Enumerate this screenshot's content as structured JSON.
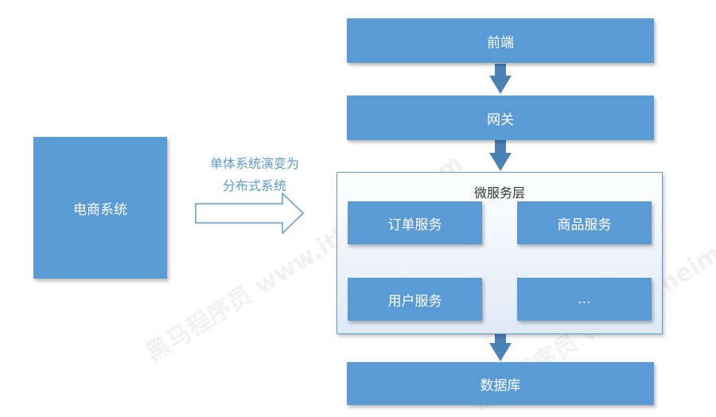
{
  "diagram": {
    "monolith_label": "电商系统",
    "transition_label": [
      "单体系统演变为",
      "分布式系统"
    ],
    "frontend_label": "前端",
    "gateway_label": "网关",
    "microservice_layer": {
      "title": "微服务层",
      "services": [
        "订单服务",
        "商品服务",
        "用户服务",
        "..."
      ]
    },
    "database_label": "数据库"
  },
  "watermark": "黑马程序员 www.itheima.com",
  "colors": {
    "box": "#5b9bd5",
    "arrow": "#4a82b8",
    "text_on_box": "#ffffff",
    "caption": "#5b9bd5"
  }
}
